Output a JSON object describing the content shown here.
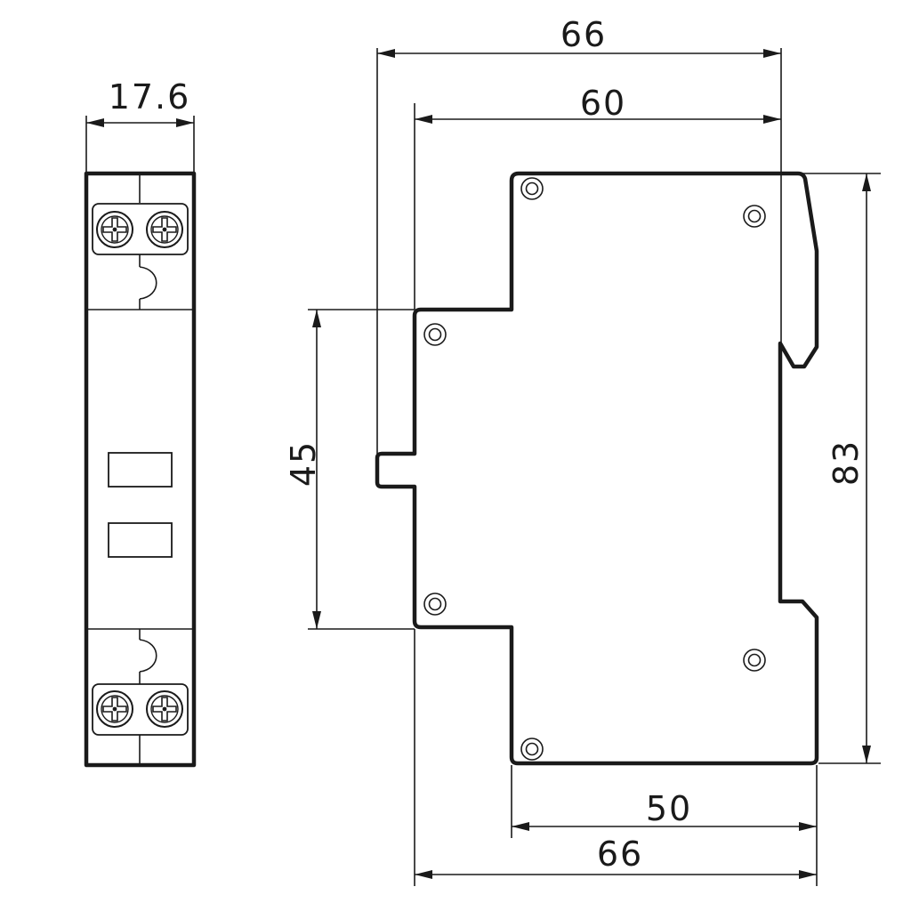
{
  "dimensions": {
    "front_width": "17.6",
    "top_overall": "66",
    "top_body": "60",
    "rail_height": "45",
    "total_height": "83",
    "bottom_base": "50",
    "bottom_overall": "66"
  },
  "colors": {
    "line": "#1a1a1a",
    "background": "#ffffff"
  }
}
